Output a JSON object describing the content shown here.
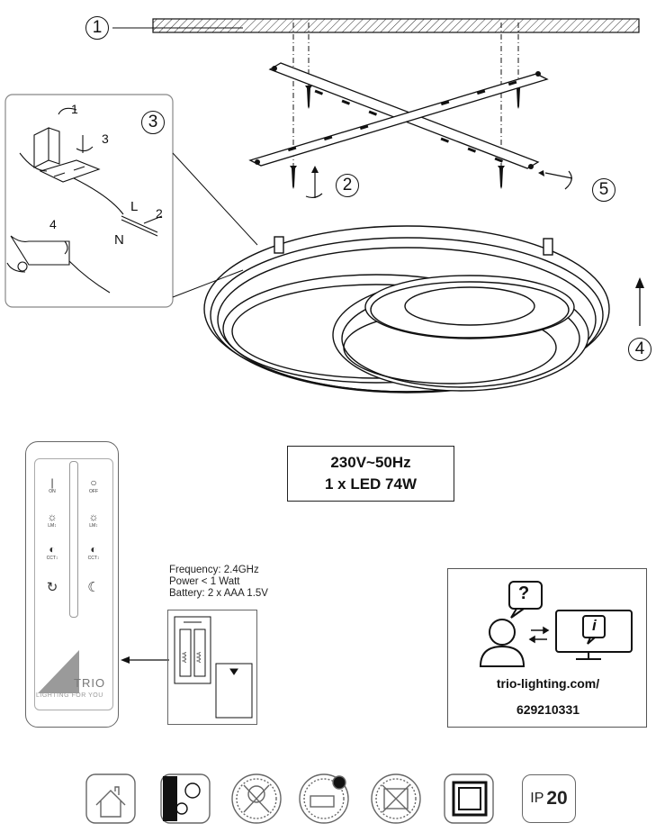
{
  "steps": {
    "s1": "1",
    "s2": "2",
    "s3": "3",
    "s4": "4",
    "s5": "5"
  },
  "inset": {
    "n1": "1",
    "n2": "2",
    "n3": "3",
    "n4": "4",
    "live": "L",
    "neutral": "N"
  },
  "specs": {
    "voltage": "230V~50Hz",
    "led": "1 x LED 74W"
  },
  "remote_info": {
    "frequency": "Frequency: 2.4GHz",
    "power": "Power < 1 Watt",
    "battery": "Battery: 2 x AAA 1.5V"
  },
  "battery_labels": {
    "aaa": "AAA"
  },
  "remote": {
    "on": "ON",
    "off": "OFF",
    "lm_left": "LM↕",
    "lm_right": "LM↕",
    "cct_left": "CCT↕",
    "cct_right": "CCT↕"
  },
  "brand": {
    "name": "TRIO",
    "tagline": "LIGHTING FOR YOU"
  },
  "info": {
    "question": "?",
    "info_symbol": "i",
    "url": "trio-lighting.com/",
    "code": "629210331"
  },
  "ip": {
    "label": "IP",
    "value": "20"
  }
}
